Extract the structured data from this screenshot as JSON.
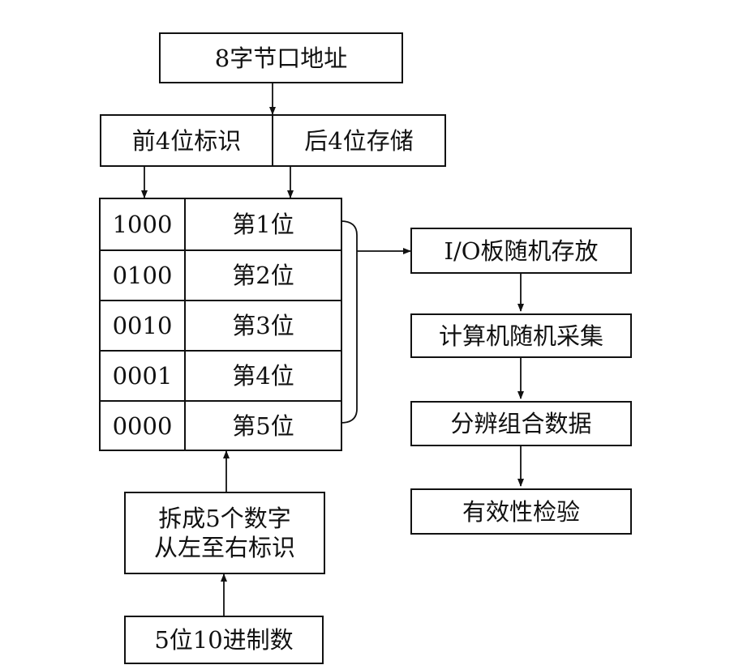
{
  "top_box": "8字节口地址",
  "split": {
    "left": "前4位标识",
    "right": "后4位存储"
  },
  "table_rows": [
    {
      "code": "1000",
      "label": "第1位"
    },
    {
      "code": "0100",
      "label": "第2位"
    },
    {
      "code": "0010",
      "label": "第3位"
    },
    {
      "code": "0001",
      "label": "第4位"
    },
    {
      "code": "0000",
      "label": "第5位"
    }
  ],
  "split_digits": {
    "line1": "拆成5个数字",
    "line2": "从左至右标识"
  },
  "source": "5位10进制数",
  "right_flow": [
    "I/O板随机存放",
    "计算机随机采集",
    "分辨组合数据",
    "有效性检验"
  ]
}
